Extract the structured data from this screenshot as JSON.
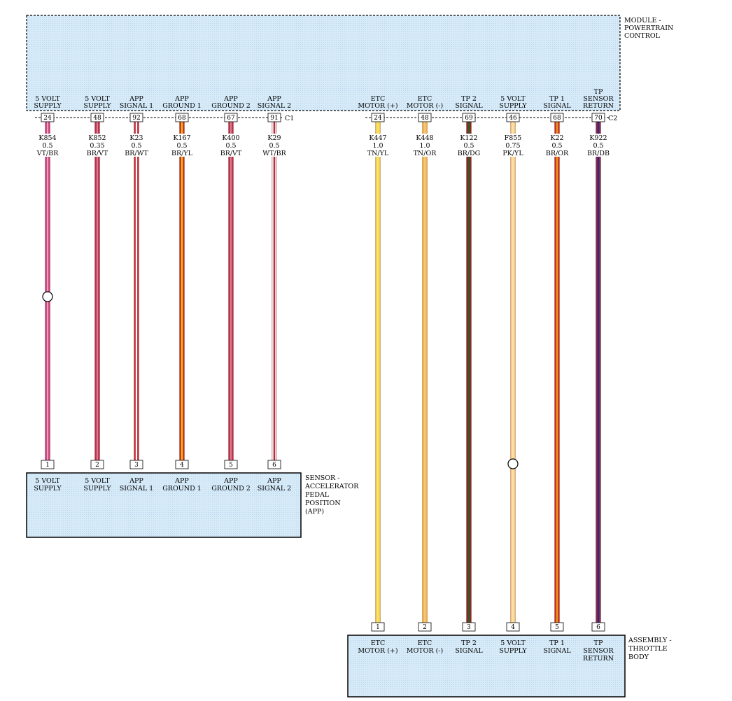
{
  "pcm": {
    "name": [
      "MODULE -",
      "POWERTRAIN",
      "CONTROL"
    ],
    "c1": {
      "label": "C1",
      "circuits": [
        {
          "func": [
            "5 VOLT",
            "SUPPLY"
          ],
          "pin": "24",
          "circuit": "K854",
          "gauge": "0.5",
          "color": "VT/BR",
          "base": "#c8407a",
          "stripe": "#e8a0c8",
          "splice": true
        },
        {
          "func": [
            "5 VOLT",
            "SUPPLY"
          ],
          "pin": "48",
          "circuit": "K852",
          "gauge": "0.35",
          "color": "BR/VT",
          "base": "#b8324a",
          "stripe": "#e07a90",
          "splice": false
        },
        {
          "func": [
            "APP",
            "SIGNAL 1"
          ],
          "pin": "92",
          "circuit": "K23",
          "gauge": "0.5",
          "color": "BR/WT",
          "base": "#c0303c",
          "stripe": "#ffffff",
          "splice": false
        },
        {
          "func": [
            "APP",
            "GROUND 1"
          ],
          "pin": "68",
          "circuit": "K167",
          "gauge": "0.5",
          "color": "BR/YL",
          "base": "#c8322a",
          "stripe": "#f2c200",
          "splice": false
        },
        {
          "func": [
            "APP",
            "GROUND 2"
          ],
          "pin": "67",
          "circuit": "K400",
          "gauge": "0.5",
          "color": "BR/VT",
          "base": "#b8324a",
          "stripe": "#e07a90",
          "splice": false
        },
        {
          "func": [
            "APP",
            "SIGNAL 2"
          ],
          "pin": "91",
          "circuit": "K29",
          "gauge": "0.5",
          "color": "WT/BR",
          "base": "#f2d8d8",
          "stripe": "#b03040",
          "splice": false
        }
      ]
    },
    "c2": {
      "label": "C2",
      "circuits": [
        {
          "func": [
            "ETC",
            "MOTOR (+)"
          ],
          "pin": "24",
          "circuit": "K447",
          "gauge": "1.0",
          "color": "TN/YL",
          "base": "#f0d048",
          "stripe": "#f7e27a",
          "splice": false
        },
        {
          "func": [
            "ETC",
            "MOTOR (-)"
          ],
          "pin": "48",
          "circuit": "K448",
          "gauge": "1.0",
          "color": "TN/OR",
          "base": "#f0b24a",
          "stripe": "#f6c878",
          "splice": false
        },
        {
          "func": [
            "TP 2",
            "SIGNAL"
          ],
          "pin": "69",
          "circuit": "K122",
          "gauge": "0.5",
          "color": "BR/DG",
          "base": "#8a2a22",
          "stripe": "#2f5a2a",
          "splice": false
        },
        {
          "func": [
            "5 VOLT",
            "SUPPLY"
          ],
          "pin": "46",
          "circuit": "F855",
          "gauge": "0.75",
          "color": "PK/YL",
          "base": "#f8c880",
          "stripe": "#fbe4a8",
          "splice": true
        },
        {
          "func": [
            "TP 1",
            "SIGNAL"
          ],
          "pin": "68",
          "circuit": "K22",
          "gauge": "0.5",
          "color": "BR/OR",
          "base": "#c8321e",
          "stripe": "#f29a1a",
          "splice": false
        },
        {
          "func": [
            "TP",
            "SENSOR",
            "RETURN"
          ],
          "pin": "70",
          "circuit": "K922",
          "gauge": "0.5",
          "color": "BR/DB",
          "base": "#8a2a4a",
          "stripe": "#2a2a80",
          "splice": false
        }
      ]
    }
  },
  "app_sensor": {
    "name": [
      "SENSOR -",
      "ACCELERATOR",
      "PEDAL",
      "POSITION",
      "(APP)"
    ],
    "pins": [
      {
        "pin": "1",
        "func": [
          "5 VOLT",
          "SUPPLY"
        ]
      },
      {
        "pin": "2",
        "func": [
          "5 VOLT",
          "SUPPLY"
        ]
      },
      {
        "pin": "3",
        "func": [
          "APP",
          "SIGNAL 1"
        ]
      },
      {
        "pin": "4",
        "func": [
          "APP",
          "GROUND 1"
        ]
      },
      {
        "pin": "5",
        "func": [
          "APP",
          "GROUND 2"
        ]
      },
      {
        "pin": "6",
        "func": [
          "APP",
          "SIGNAL 2"
        ]
      }
    ]
  },
  "throttle_body": {
    "name": [
      "ASSEMBLY -",
      "THROTTLE",
      "BODY"
    ],
    "pins": [
      {
        "pin": "1",
        "func": [
          "ETC",
          "MOTOR (+)"
        ]
      },
      {
        "pin": "2",
        "func": [
          "ETC",
          "MOTOR (-)"
        ]
      },
      {
        "pin": "3",
        "func": [
          "TP 2",
          "SIGNAL"
        ]
      },
      {
        "pin": "4",
        "func": [
          "5 VOLT",
          "SUPPLY"
        ]
      },
      {
        "pin": "5",
        "func": [
          "TP 1",
          "SIGNAL"
        ]
      },
      {
        "pin": "6",
        "func": [
          "TP",
          "SENSOR",
          "RETURN"
        ]
      }
    ]
  },
  "colors": {
    "component_fill": "#d6eaf8",
    "component_border": "#000000"
  }
}
